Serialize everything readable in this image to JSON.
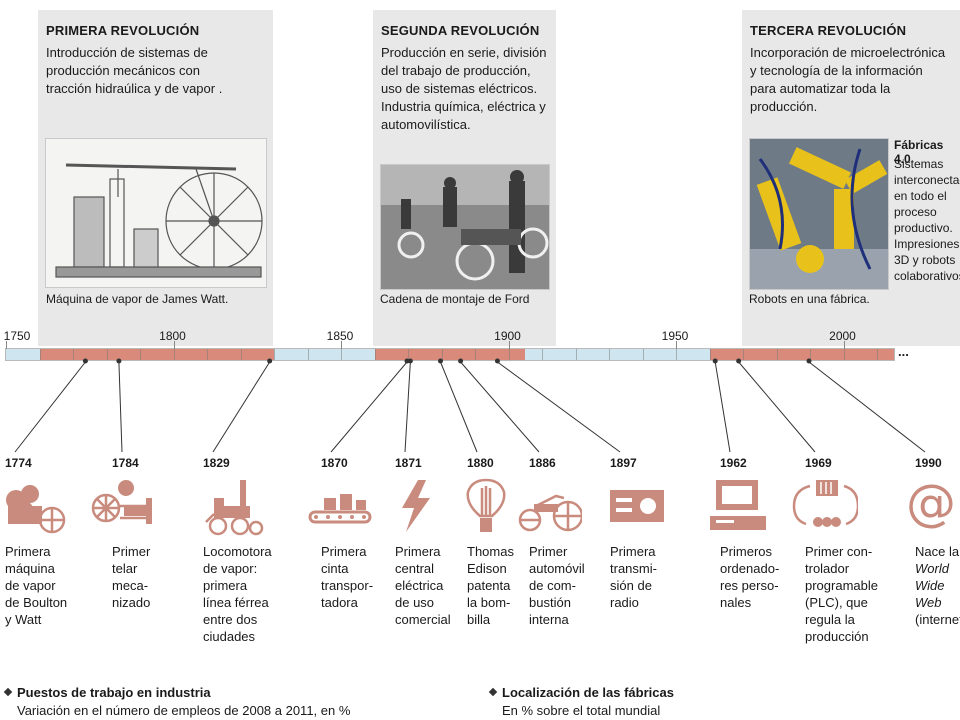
{
  "revolutions": [
    {
      "title": "PRIMERA REVOLUCIÓN",
      "description": "Introducción de sistemas de producción mecánicos con tracción hidraúlica y de vapor .",
      "caption": "Máquina de vapor de James Watt."
    },
    {
      "title": "SEGUNDA REVOLUCIÓN",
      "description": "Producción en serie, división del trabajo de producción, uso de sistemas eléctricos. Industria química, eléctrica y automovilística.",
      "caption": "Cadena de montaje de Ford"
    },
    {
      "title": "TERCERA REVOLUCIÓN",
      "description": "Incorporación de microelectrónica y tecnología de la información para automatizar toda la producción.",
      "caption": "Robots en una fábrica."
    }
  ],
  "fabricas": {
    "title": "Fábricas 4.0",
    "description": "Sistemas interconectados en todo el proceso productivo. Impresiones 3D y robots colaborativos"
  },
  "timeline": {
    "ticks": [
      "1750",
      "1800",
      "1850",
      "1900",
      "1950",
      "2000"
    ],
    "ellipsis": "...",
    "start_year": 1750,
    "highlight_ranges": [
      [
        1760,
        1830
      ],
      [
        1860,
        1905
      ],
      [
        1960,
        2015
      ]
    ]
  },
  "events": [
    {
      "year": "1774",
      "label_lines": [
        "Primera",
        "máquina",
        "de vapor",
        "de Boulton",
        "y Watt"
      ],
      "icon": "steam-engine-icon"
    },
    {
      "year": "1784",
      "label_lines": [
        "Primer",
        "telar",
        "meca-",
        "nizado"
      ],
      "icon": "loom-icon"
    },
    {
      "year": "1829",
      "label_lines": [
        "Locomotora",
        "de vapor:",
        "primera",
        "línea férrea",
        "entre dos",
        "ciudades"
      ],
      "icon": "locomotive-icon"
    },
    {
      "year": "1870",
      "label_lines": [
        "Primera",
        "cinta",
        "transpor-",
        "tadora"
      ],
      "icon": "conveyor-belt-icon"
    },
    {
      "year": "1871",
      "label_lines": [
        "Primera",
        "central",
        "eléctrica",
        "de uso",
        "comercial"
      ],
      "icon": "lightning-icon"
    },
    {
      "year": "1880",
      "label_lines": [
        "Thomas",
        "Edison",
        "patenta",
        "la bom-",
        "billa"
      ],
      "icon": "light-bulb-icon"
    },
    {
      "year": "1886",
      "label_lines": [
        "Primer",
        "automóvil",
        "de com-",
        "bustión",
        "interna"
      ],
      "icon": "car-icon"
    },
    {
      "year": "1897",
      "label_lines": [
        "Primera",
        "transmi-",
        "sión de",
        "radio"
      ],
      "icon": "radio-icon"
    },
    {
      "year": "1962",
      "label_lines": [
        "Primeros",
        "ordenado-",
        "res perso-",
        "nales"
      ],
      "icon": "computer-icon"
    },
    {
      "year": "1969",
      "label_lines": [
        "Primer con-",
        "trolador",
        "programable",
        "(PLC), que",
        "regula la",
        "producción"
      ],
      "icon": "plc-icon"
    },
    {
      "year": "1990",
      "label_lines": [
        "Nace la",
        "World",
        "Wide Web",
        "(internet)"
      ],
      "icon": "at-sign-icon"
    }
  ],
  "footer": [
    {
      "title": "Puestos de trabajo en industria",
      "description": "Variación en el número de empleos de 2008 a 2011, en %"
    },
    {
      "title": "Localización de las fábricas",
      "description": "En % sobre el total mundial"
    }
  ],
  "colors": {
    "accent": "#c0705e",
    "timeline_highlight": "#d98a7a",
    "timeline_base": "#cfe5ef",
    "panel_bg": "#e8e8e8",
    "icon": "#c98b7d"
  }
}
